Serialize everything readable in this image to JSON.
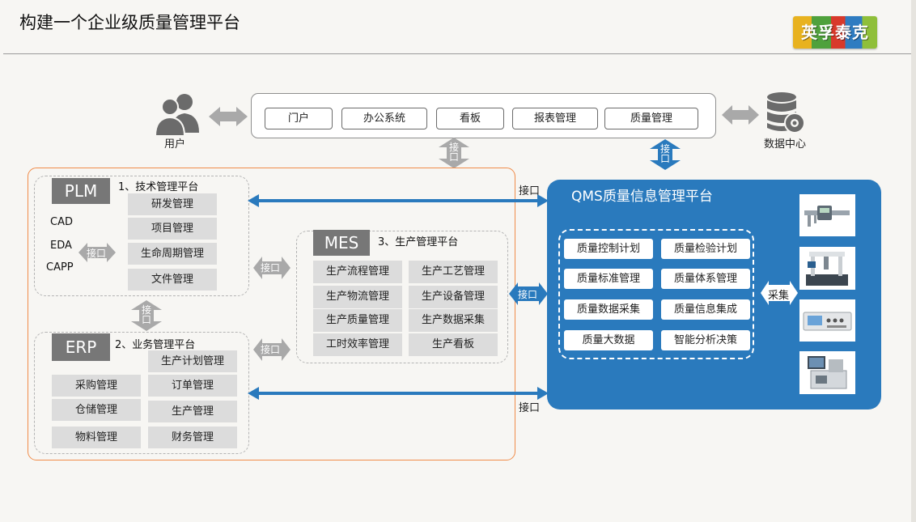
{
  "title": "构建一个企业级质量管理平台",
  "logo_text": "英孚泰克",
  "user_label": "用户",
  "datacenter_label": "数据中心",
  "portal_items": [
    "门户",
    "办公系统",
    "看板",
    "报表管理",
    "质量管理"
  ],
  "interface_label": "接口",
  "plm": {
    "tag": "PLM",
    "heading": "1、技术管理平台",
    "tools": [
      "CAD",
      "EDA",
      "CAPP"
    ],
    "items": [
      "研发管理",
      "项目管理",
      "生命周期管理",
      "文件管理"
    ]
  },
  "erp": {
    "tag": "ERP",
    "heading": "2、业务管理平台",
    "items_left": [
      "采购管理",
      "仓储管理",
      "物料管理"
    ],
    "items_right": [
      "生产计划管理",
      "订单管理",
      "生产管理",
      "财务管理"
    ]
  },
  "mes": {
    "tag": "MES",
    "heading": "3、生产管理平台",
    "items_left": [
      "生产流程管理",
      "生产物流管理",
      "生产质量管理",
      "工时效率管理"
    ],
    "items_right": [
      "生产工艺管理",
      "生产设备管理",
      "生产数据采集",
      "生产看板"
    ]
  },
  "qms": {
    "title": "QMS质量信息管理平台",
    "items_left": [
      "质量控制计划",
      "质量标准管理",
      "质量数据采集",
      "质量大数据"
    ],
    "items_right": [
      "质量检验计划",
      "质量体系管理",
      "质量信息集成",
      "智能分析决策"
    ],
    "collect_label": "采集"
  },
  "equipment": [
    "caliper-photo",
    "cmm-machine-photo",
    "test-instrument-photo",
    "inspection-station-photo"
  ],
  "colors": {
    "accent_blue": "#2a7abd",
    "orange_border": "#f08c4a",
    "gray_tag": "#777777",
    "gray_button": "#dcdcdc"
  }
}
